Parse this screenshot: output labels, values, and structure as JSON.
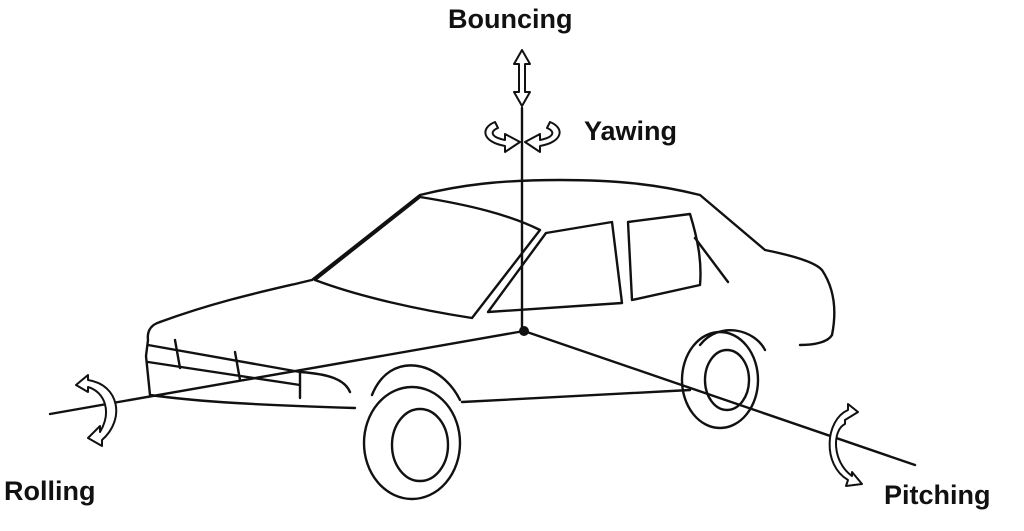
{
  "title": "Vehicle motion axes",
  "labels": {
    "bouncing": "Bouncing",
    "yawing": "Yawing",
    "rolling": "Rolling",
    "pitching": "Pitching"
  }
}
